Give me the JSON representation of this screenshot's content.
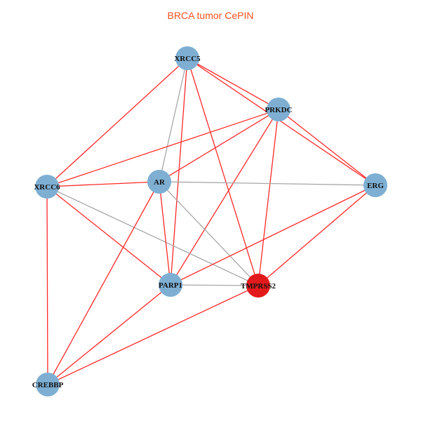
{
  "title": "BRCA tumor CePIN",
  "colors": {
    "node": "#7eafd3",
    "highlight_node": "#e31a1c",
    "edge_red": "#ff2a2a",
    "edge_gray": "#a8a8a8",
    "title": "#f4511e"
  },
  "nodes": [
    {
      "id": "XRCC5",
      "label": "XRCC5",
      "highlight": false
    },
    {
      "id": "PRKDC",
      "label": "PRKDC",
      "highlight": false
    },
    {
      "id": "ERG",
      "label": "ERG",
      "highlight": false
    },
    {
      "id": "XRCC6",
      "label": "XRCC6",
      "highlight": false
    },
    {
      "id": "AR",
      "label": "AR",
      "highlight": false
    },
    {
      "id": "PARP1",
      "label": "PARP1",
      "highlight": false
    },
    {
      "id": "TMPRSS2",
      "label": "TMPRSS2",
      "highlight": true
    },
    {
      "id": "CREBBP",
      "label": "CREBBP",
      "highlight": false
    }
  ],
  "edges": [
    [
      "XRCC5",
      "XRCC6",
      "red"
    ],
    [
      "XRCC5",
      "AR",
      "gray"
    ],
    [
      "XRCC5",
      "PARP1",
      "red"
    ],
    [
      "XRCC5",
      "TMPRSS2",
      "red"
    ],
    [
      "XRCC5",
      "PRKDC",
      "red"
    ],
    [
      "XRCC5",
      "ERG",
      "red"
    ],
    [
      "PRKDC",
      "XRCC6",
      "red"
    ],
    [
      "PRKDC",
      "AR",
      "red"
    ],
    [
      "PRKDC",
      "PARP1",
      "red"
    ],
    [
      "PRKDC",
      "TMPRSS2",
      "red"
    ],
    [
      "PRKDC",
      "ERG",
      "red"
    ],
    [
      "XRCC6",
      "AR",
      "red"
    ],
    [
      "XRCC6",
      "TMPRSS2",
      "gray"
    ],
    [
      "XRCC6",
      "PARP1",
      "red"
    ],
    [
      "XRCC6",
      "CREBBP",
      "red"
    ],
    [
      "AR",
      "ERG",
      "gray"
    ],
    [
      "AR",
      "PARP1",
      "red"
    ],
    [
      "AR",
      "TMPRSS2",
      "gray"
    ],
    [
      "AR",
      "CREBBP",
      "red"
    ],
    [
      "ERG",
      "PARP1",
      "red"
    ],
    [
      "ERG",
      "TMPRSS2",
      "red"
    ],
    [
      "PARP1",
      "TMPRSS2",
      "gray"
    ],
    [
      "PARP1",
      "CREBBP",
      "red"
    ],
    [
      "TMPRSS2",
      "CREBBP",
      "red"
    ]
  ]
}
